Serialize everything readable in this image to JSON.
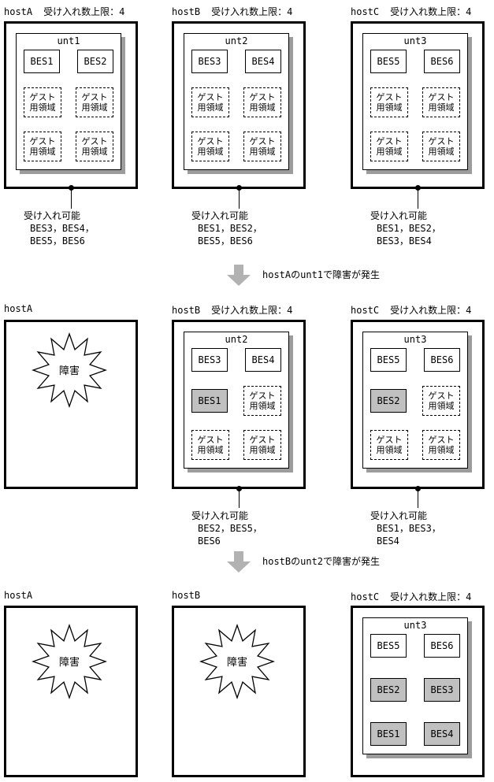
{
  "shared": {
    "guest_line1": "ゲスト",
    "guest_line2": "用領域",
    "accept_title": "受け入れ可能",
    "failure_label": "障害"
  },
  "colors": {
    "occupied_fill": "#c0c0c0",
    "arrow_fill": "#b2b2b2",
    "unit_shadow": "#9c9c9c"
  },
  "arrows": [
    {
      "label": "hostAのunt1で障害が発生"
    },
    {
      "label": "hostBのunt2で障害が発生"
    }
  ],
  "stage1": {
    "hosts": [
      {
        "name": "hostA",
        "limit": "受け入れ数上限：4",
        "unit": "unt1",
        "bes": [
          "BES1",
          "BES2"
        ],
        "accept": [
          "BES3，BES4，",
          "BES5，BES6"
        ]
      },
      {
        "name": "hostB",
        "limit": "受け入れ数上限：4",
        "unit": "unt2",
        "bes": [
          "BES3",
          "BES4"
        ],
        "accept": [
          "BES1，BES2，",
          "BES5，BES6"
        ]
      },
      {
        "name": "hostC",
        "limit": "受け入れ数上限：4",
        "unit": "unt3",
        "bes": [
          "BES5",
          "BES6"
        ],
        "accept": [
          "BES1，BES2，",
          "BES3，BES4"
        ]
      }
    ]
  },
  "stage2": {
    "hostA": {
      "name": "hostA"
    },
    "hosts": [
      {
        "name": "hostB",
        "limit": "受け入れ数上限：4",
        "unit": "unt2",
        "bes": [
          "BES3",
          "BES4"
        ],
        "moved": "BES1",
        "accept": [
          "BES2，BES5，",
          "BES6"
        ]
      },
      {
        "name": "hostC",
        "limit": "受け入れ数上限：4",
        "unit": "unt3",
        "bes": [
          "BES5",
          "BES6"
        ],
        "moved": "BES2",
        "accept": [
          "BES1，BES3，",
          "BES4"
        ]
      }
    ]
  },
  "stage3": {
    "hostA": {
      "name": "hostA"
    },
    "hostB": {
      "name": "hostB"
    },
    "hostC": {
      "name": "hostC",
      "limit": "受け入れ数上限：4",
      "unit": "unt3",
      "rows": [
        [
          "BES5",
          "BES6"
        ],
        [
          "BES2",
          "BES3"
        ],
        [
          "BES1",
          "BES4"
        ]
      ]
    }
  }
}
